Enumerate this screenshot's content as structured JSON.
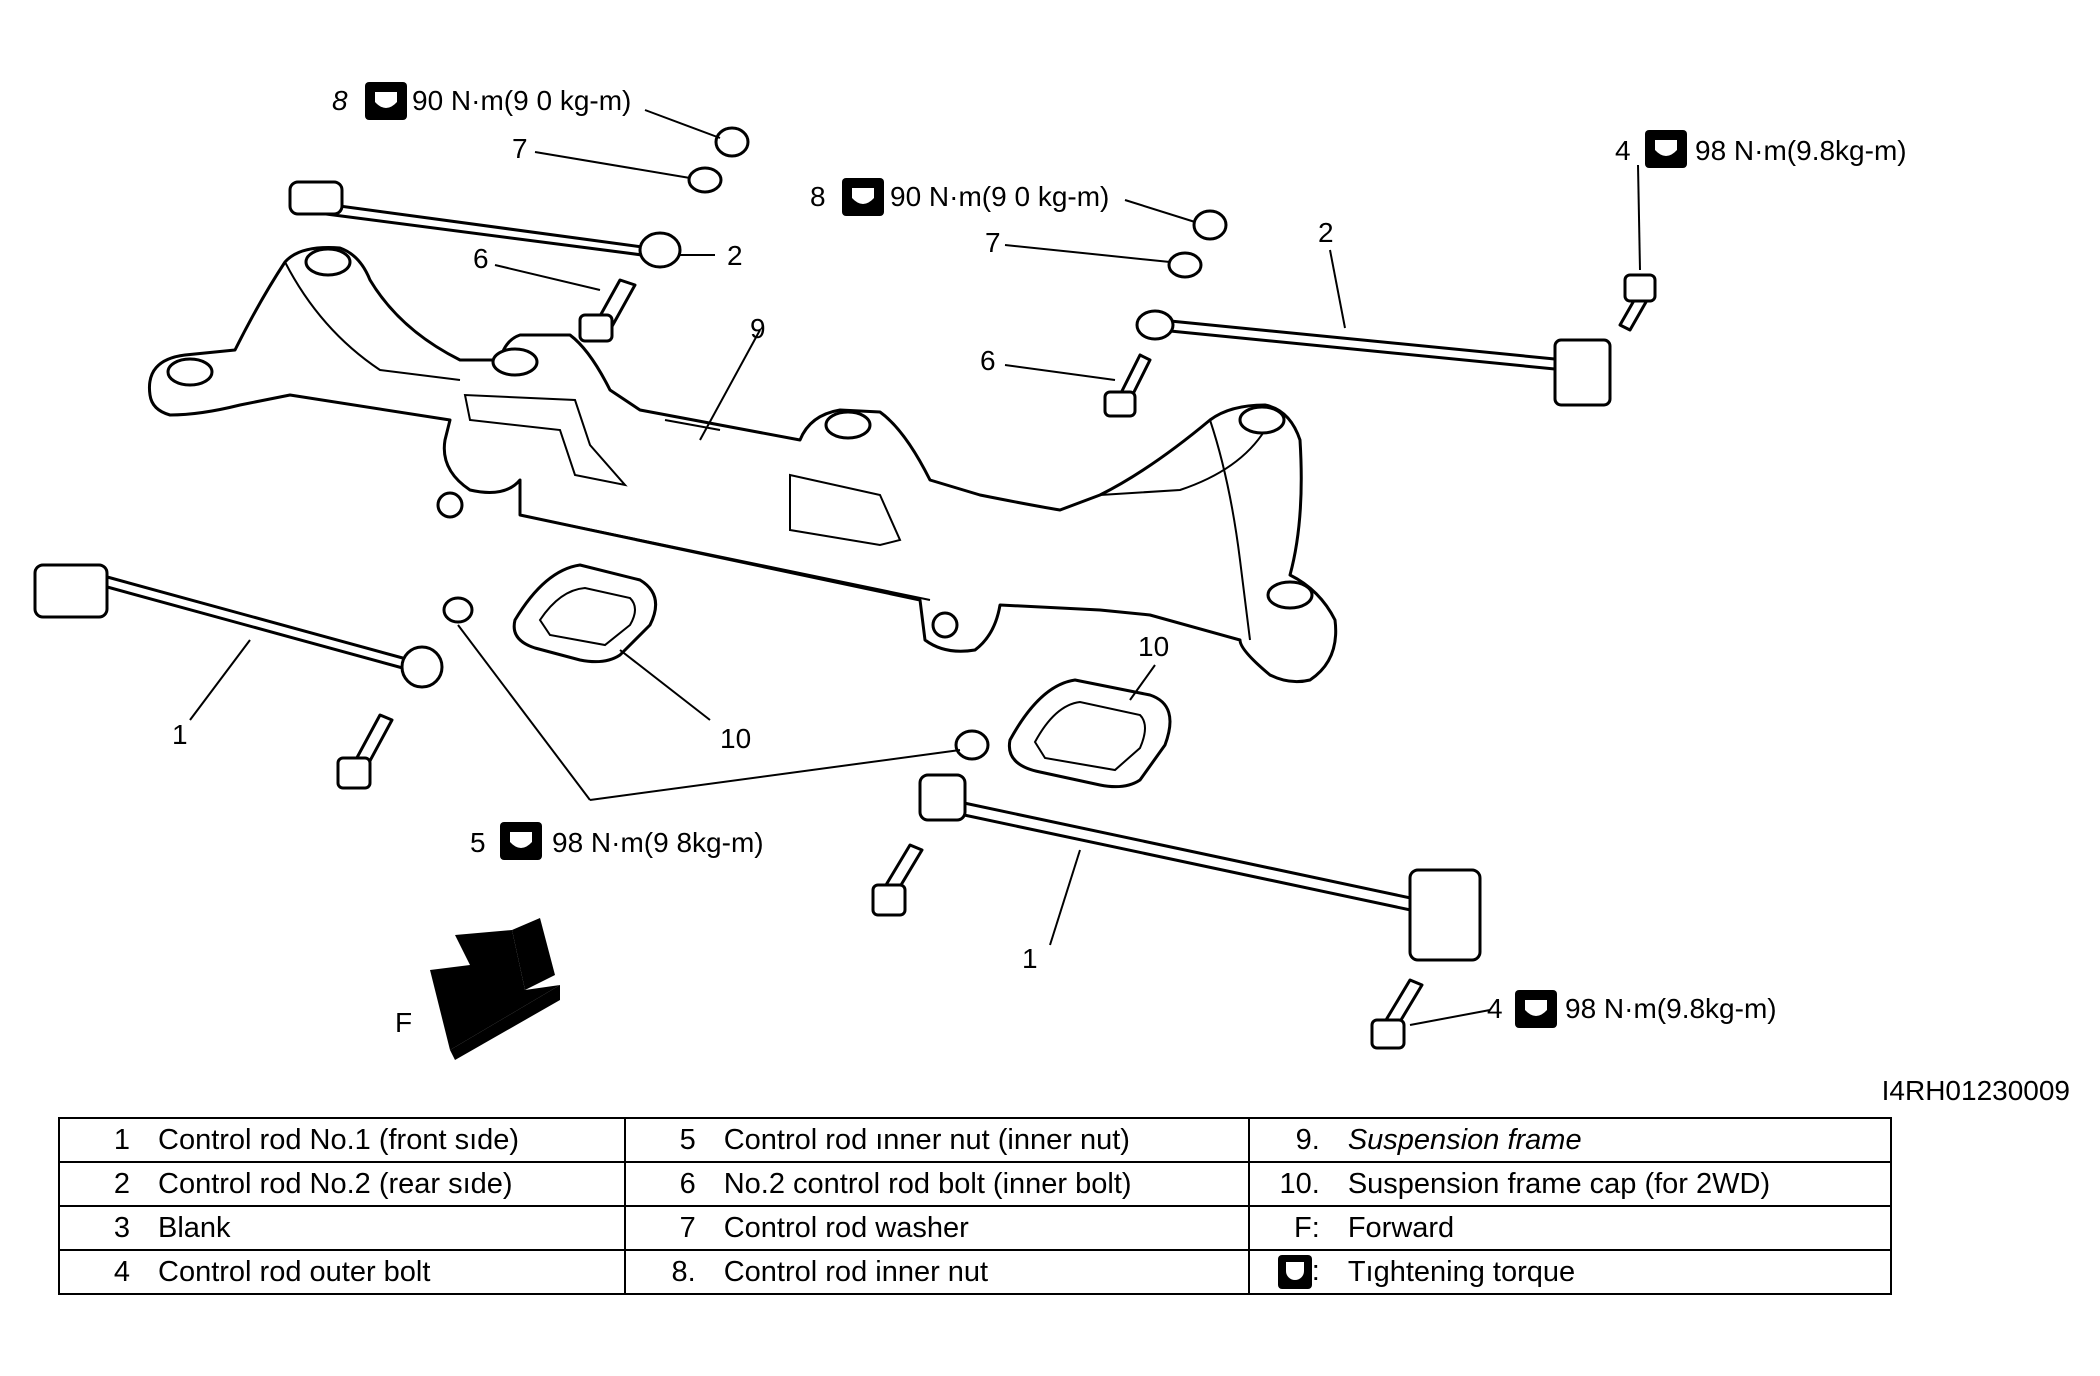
{
  "callouts": {
    "c8a": "8",
    "t8a": "90 N·m(9 0 kg-m)",
    "c7a": "7",
    "c2a": "2",
    "c6a": "6",
    "c8b": "8",
    "t8b": "90 N·m(9 0 kg-m)",
    "c7b": "7",
    "c2b": "2",
    "c6b": "6",
    "c4a": "4",
    "t4a": "98 N·m(9.8kg-m)",
    "c9": "9",
    "c1a": "1",
    "c10a": "10",
    "c10b": "10",
    "c5": "5",
    "t5": "98 N·m(9 8kg-m)",
    "c1b": "1",
    "c4b": "4",
    "t4b": "98 N·m(9.8kg-m)",
    "f": "F"
  },
  "figure_code": "I4RH01230009",
  "legend": [
    [
      {
        "n": "1",
        "t": "Control rod No.1 (front sıde)"
      },
      {
        "n": "5",
        "t": "Control rod ınner nut (inner nut)"
      },
      {
        "n": "9.",
        "t": "Suspension frame"
      }
    ],
    [
      {
        "n": "2",
        "t": "Control rod No.2 (rear sıde)"
      },
      {
        "n": "6",
        "t": "No.2 control rod bolt (inner bolt)"
      },
      {
        "n": "10.",
        "t": "Suspension frame cap (for 2WD)"
      }
    ],
    [
      {
        "n": "3",
        "t": "Blank"
      },
      {
        "n": "7",
        "t": "Control rod washer"
      },
      {
        "n": "F:",
        "t": "Forward"
      }
    ],
    [
      {
        "n": "4",
        "t": "Control rod outer bolt"
      },
      {
        "n": "8.",
        "t": "Control rod inner nut"
      },
      {
        "n": ":",
        "t": "Tıghtening torque"
      }
    ]
  ]
}
